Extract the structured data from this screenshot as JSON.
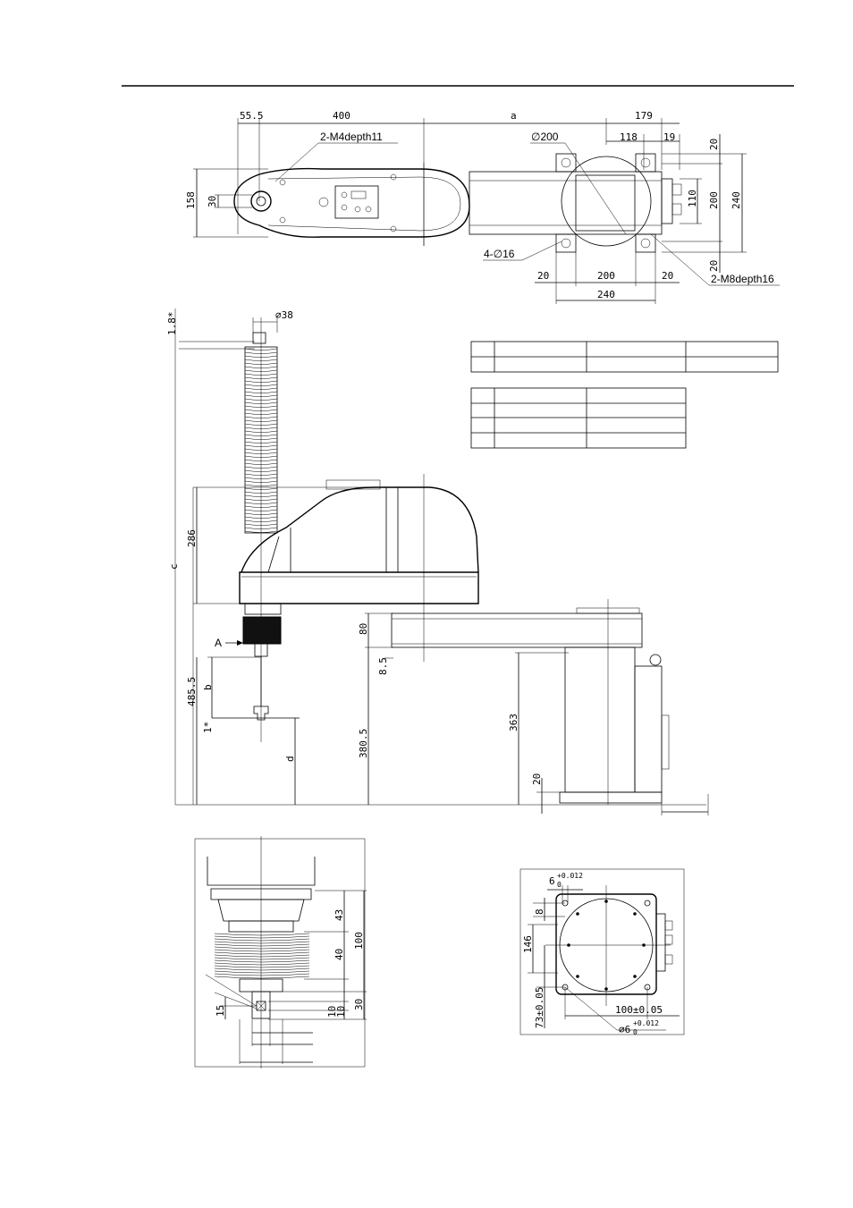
{
  "top_view": {
    "dims": {
      "d_55_5": "55.5",
      "d_400": "400",
      "d_a": "a",
      "d_179": "179",
      "d_118": "118",
      "d_19": "19",
      "d_20_top": "20",
      "d_110": "110",
      "d_200_v": "200",
      "d_240_v": "240",
      "d_20_bot": "20",
      "d_158": "158",
      "d_30": "30",
      "d_20_l": "20",
      "d_200_h": "200",
      "d_20_r": "20",
      "d_240_h": "240"
    },
    "callouts": {
      "m4": "2-M4depth11",
      "phi200": "∅200",
      "holes": "4-∅16",
      "m8": "2-M8depth16"
    }
  },
  "side_view": {
    "dims": {
      "d_1_8": "1.8*",
      "d_phi38": "∅38",
      "d_c": "c",
      "d_286": "286",
      "d_485_5": "485.5",
      "d_b": "b",
      "d_1star": "1*",
      "d_d": "d",
      "d_80": "80",
      "d_8_5": "8.5",
      "d_380_5": "380.5",
      "d_363": "363",
      "d_20": "20",
      "label_A": "A"
    }
  },
  "detail_shaft": {
    "dims": {
      "d_43": "43",
      "d_40": "40",
      "d_100": "100",
      "d_15": "15",
      "d_10a": "10",
      "d_10b": "10",
      "d_30": "30"
    }
  },
  "detail_base": {
    "dims": {
      "d_6top": "6",
      "d_tol_top": "+0.012",
      "d_tol_top_lo": "0",
      "d_8": "8",
      "d_146": "146",
      "d_73": "73±0.05",
      "d_100": "100±0.05",
      "d_phi6": "∅6",
      "d_tol_bot": "+0.012",
      "d_tol_bot_lo": "0"
    }
  }
}
